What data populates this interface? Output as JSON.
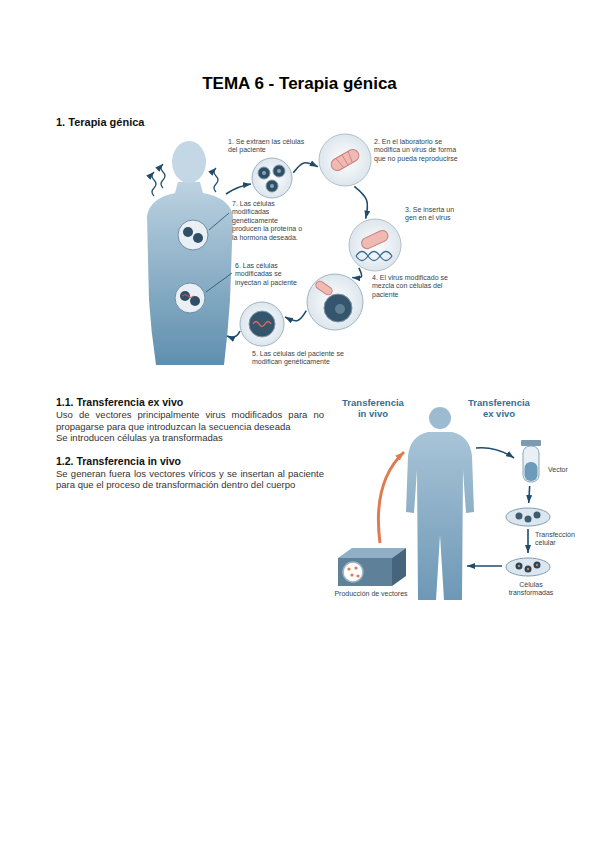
{
  "diagram": {
    "title": "TEMA 6 - Terapia génica",
    "nodes": [
      {
        "text": [
          "1. Se extraen las células del paciente"
        ]
      },
      {
        "text": [
          "2. En el laboratorio se modifica un virus de forma que no pueda reproducirse"
        ]
      },
      {
        "text": [
          "3. Se inserta un gen en el virus"
        ]
      },
      {
        "text": [
          "4. El virus modificado se mezcla con células del paciente"
        ]
      },
      {
        "text": [
          "5. Las células del paciente se modifican genéticamente"
        ]
      },
      {
        "text": [
          "Vector"
        ]
      },
      {
        "text": [
          "Transfección celular"
        ]
      },
      {
        "text": [
          "Células transformadas"
        ]
      },
      {
        "text": [
          "Producción de vectores"
        ]
      }
    ],
    "edges": [
      {
        "from": 0,
        "to": 1,
        "arrow": "to"
      },
      {
        "from": 1,
        "to": 2,
        "arrow": "to"
      },
      {
        "from": 2,
        "to": 3,
        "arrow": "to"
      },
      {
        "from": 3,
        "to": 4,
        "arrow": "to"
      },
      {
        "from": 5,
        "to": 6,
        "arrow": "to"
      },
      {
        "from": 6,
        "to": 7,
        "arrow": "to"
      }
    ],
    "labels": [
      "1. Terapia génica",
      "6. Las células modificadas se inyectan al paciente",
      "7. Las células modificadas genéticamente producen la proteína o la hormona deseada.",
      "1.1. Transferencia ex vivo",
      "Uso de vectores principalmente virus modificados para no propagarse para que introduzcan la secuencia deseada",
      "Se introducen células ya transformadas",
      "1.2. Transferencia in vivo",
      "Se generan fuera los vectores víricos y se insertan al paciente para que el proceso de transformación dentro del cuerpo",
      "Transferencia in vivo",
      "Transferencia ex vivo"
    ]
  }
}
